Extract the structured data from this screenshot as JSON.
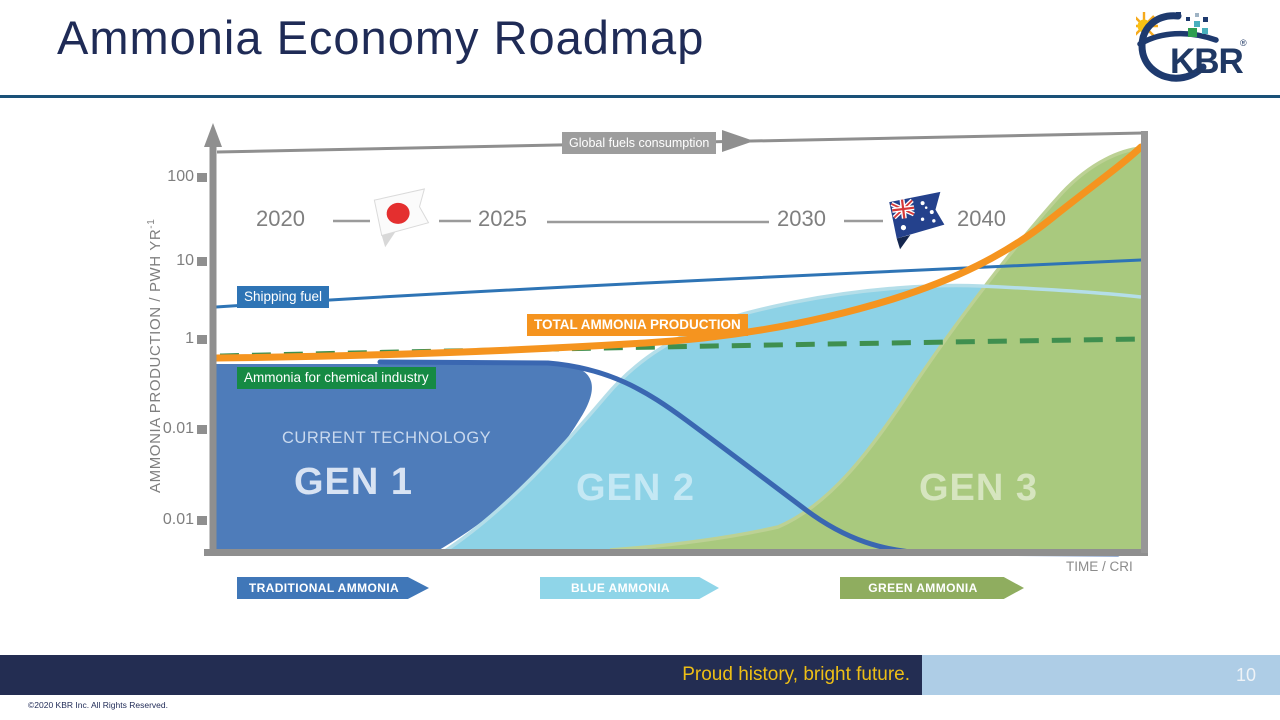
{
  "slide": {
    "title": "Ammonia Economy Roadmap"
  },
  "logo": {
    "wordmark": "KBR",
    "registered": "®"
  },
  "chart": {
    "global_fuels_label": "Global fuels consumption",
    "shipping_fuel_label": "Shipping fuel",
    "total_ammonia_label": "TOTAL AMMONIA PRODUCTION",
    "chemical_label": "Ammonia for chemical industry",
    "current_technology": "CURRENT TECHNOLOGY",
    "gen1": "GEN 1",
    "gen2": "GEN 2",
    "gen3": "GEN 3",
    "time_axis_label": "TIME / CRI",
    "y_axis_label": "AMMONIA PRODUCTION / PWH YR",
    "y_axis_exp": "-1",
    "y_ticks": [
      "100",
      "10",
      "1",
      "0.01",
      "0.01"
    ],
    "years": [
      "2020",
      "2025",
      "2030",
      "2040"
    ],
    "flags": [
      "japan-flag",
      "australia-flag"
    ],
    "arrows": [
      "TRADITIONAL AMMONIA",
      "BLUE AMMONIA",
      "GREEN AMMONIA"
    ],
    "colors": {
      "gen1_area": "#4E7CBA",
      "gen2_area": "#8DD2E6",
      "gen3_area": "#A9C97E",
      "total_ammonia_line": "#F5941F",
      "shipping_line": "#2E74B5",
      "chemical_dashed_line": "#3F8F4F",
      "axis_gray": "#8F8F8F",
      "footer_navy": "#232D52",
      "footer_light_blue": "#AECDE6",
      "slogan_yellow": "#EDBE16",
      "title_navy": "#1F2B56"
    }
  },
  "chart_data": {
    "type": "area",
    "title": "Ammonia Economy Roadmap",
    "xlabel": "TIME / CRI",
    "ylabel": "AMMONIA PRODUCTION / PWH YR-1",
    "y_scale": "log",
    "y_tick_labels": [
      "100",
      "10",
      "1",
      "0.01",
      "0.01"
    ],
    "x_markers": [
      "2020",
      "2025",
      "2030",
      "2040"
    ],
    "legend_position": "inline-labels",
    "grid": false,
    "series": [
      {
        "name": "Global fuels consumption",
        "type": "line",
        "color": "#8F8F8F",
        "x": [
          2020,
          2030,
          2040
        ],
        "values": [
          150,
          170,
          200
        ]
      },
      {
        "name": "Shipping fuel",
        "type": "line",
        "color": "#2E74B5",
        "x": [
          2020,
          2025,
          2030,
          2035,
          2040
        ],
        "values": [
          4,
          5,
          6.5,
          9,
          12
        ]
      },
      {
        "name": "TOTAL AMMONIA PRODUCTION",
        "type": "line",
        "color": "#F5941F",
        "x": [
          2020,
          2025,
          2030,
          2035,
          2040
        ],
        "values": [
          1,
          1.2,
          2,
          10,
          200
        ]
      },
      {
        "name": "Ammonia for chemical industry",
        "type": "dashed-line",
        "color": "#3F8F4F",
        "x": [
          2020,
          2025,
          2030,
          2035,
          2040
        ],
        "values": [
          1,
          1.1,
          1.3,
          1.5,
          1.8
        ]
      },
      {
        "name": "GEN 1 / TRADITIONAL AMMONIA (CURRENT TECHNOLOGY)",
        "type": "area",
        "color": "#4E7CBA",
        "x": [
          2020,
          2025,
          2030,
          2035,
          2040
        ],
        "values": [
          1,
          0.9,
          0.05,
          0.001,
          0
        ]
      },
      {
        "name": "GEN 2 / BLUE AMMONIA",
        "type": "area",
        "color": "#8DD2E6",
        "x": [
          2020,
          2025,
          2030,
          2035,
          2040
        ],
        "values": [
          0,
          0.5,
          3,
          6,
          5
        ]
      },
      {
        "name": "GEN 3 / GREEN AMMONIA",
        "type": "area",
        "color": "#A9C97E",
        "x": [
          2020,
          2025,
          2030,
          2035,
          2040
        ],
        "values": [
          0,
          0.01,
          0.3,
          15,
          200
        ]
      }
    ],
    "annotations": [
      "CURRENT TECHNOLOGY",
      "GEN 1",
      "GEN 2",
      "GEN 3"
    ]
  },
  "footer": {
    "slogan": "Proud history, bright future.",
    "page_number": "10",
    "copyright": "©2020 KBR Inc. All Rights Reserved."
  }
}
